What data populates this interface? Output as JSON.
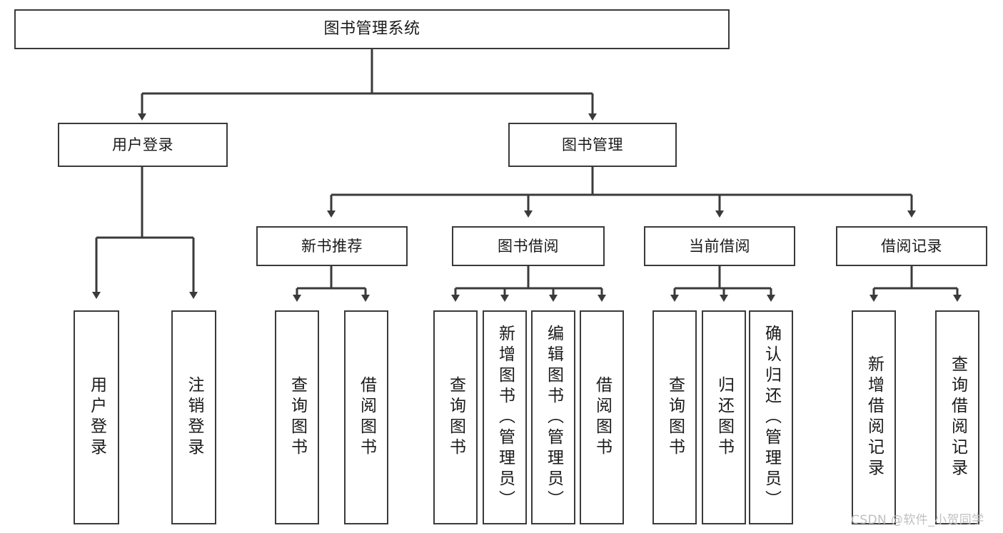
{
  "diagram": {
    "title": "图书管理系统",
    "type": "hierarchy-tree",
    "root": {
      "id": "root",
      "label": "图书管理系统"
    },
    "level2": [
      {
        "id": "user-login",
        "label": "用户登录"
      },
      {
        "id": "book-management",
        "label": "图书管理"
      }
    ],
    "level3": [
      {
        "id": "new-book-recommend",
        "label": "新书推荐"
      },
      {
        "id": "book-borrow",
        "label": "图书借阅"
      },
      {
        "id": "current-borrow",
        "label": "当前借阅"
      },
      {
        "id": "borrow-record",
        "label": "借阅记录"
      }
    ],
    "leaves": [
      {
        "id": "leaf-user-login",
        "label": "用户登录",
        "parent": "user-login"
      },
      {
        "id": "leaf-logout-login",
        "label": "注销登录",
        "parent": "user-login"
      },
      {
        "id": "leaf-query-book-1",
        "label": "查询图书",
        "parent": "new-book-recommend"
      },
      {
        "id": "leaf-borrow-book-1",
        "label": "借阅图书",
        "parent": "new-book-recommend"
      },
      {
        "id": "leaf-query-book-2",
        "label": "查询图书",
        "parent": "book-borrow"
      },
      {
        "id": "leaf-add-book",
        "label": "新增图书（管理员）",
        "parent": "book-borrow"
      },
      {
        "id": "leaf-edit-book",
        "label": "编辑图书（管理员）",
        "parent": "book-borrow"
      },
      {
        "id": "leaf-borrow-book-2",
        "label": "借阅图书",
        "parent": "book-borrow"
      },
      {
        "id": "leaf-query-book-3",
        "label": "查询图书",
        "parent": "current-borrow"
      },
      {
        "id": "leaf-return-book",
        "label": "归还图书",
        "parent": "current-borrow"
      },
      {
        "id": "leaf-confirm-return",
        "label": "确认归还（管理员）",
        "parent": "current-borrow"
      },
      {
        "id": "leaf-add-record",
        "label": "新增借阅记录",
        "parent": "borrow-record"
      },
      {
        "id": "leaf-query-record",
        "label": "查询借阅记录",
        "parent": "borrow-record"
      }
    ]
  },
  "watermark": {
    "text": "CSDN @软件_小贺同学"
  },
  "colors": {
    "stroke": "#3a3a3a",
    "background": "#ffffff",
    "text": "#1a1a1a",
    "watermark": "#bfbfbf"
  }
}
